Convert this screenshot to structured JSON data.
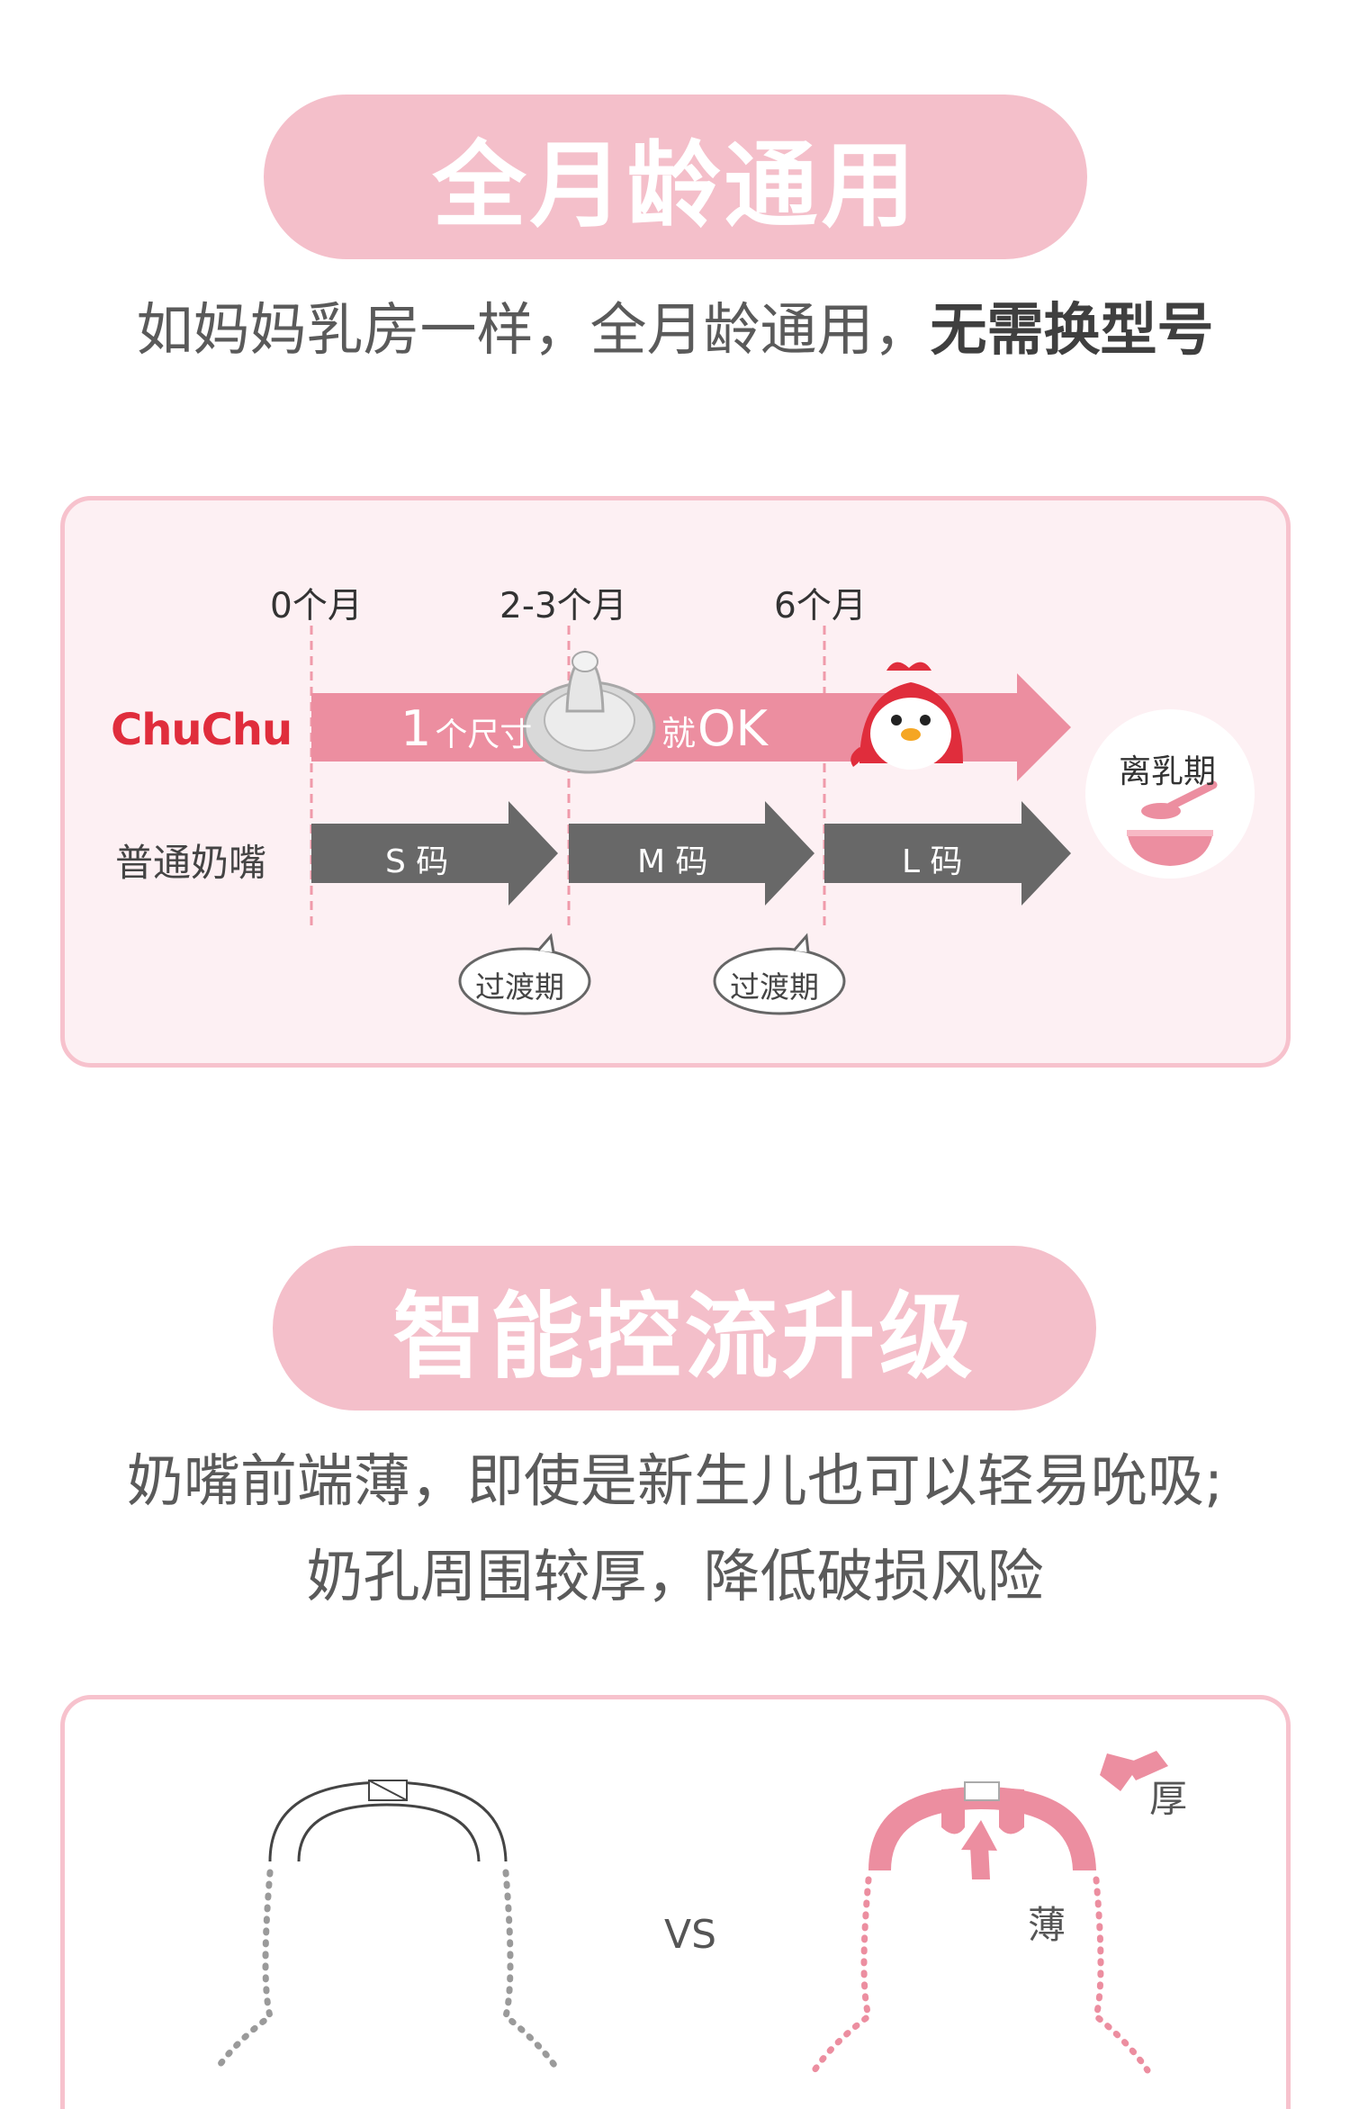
{
  "section1": {
    "title": "全月龄通用",
    "subtitle_plain": "如妈妈乳房一样，全月龄通用，",
    "subtitle_bold": "无需换型号",
    "timeline": {
      "months": [
        "0个月",
        "2-3个月",
        "6个月"
      ],
      "brand_row_label": "ChuChu",
      "brand_arrow_number": "1",
      "brand_arrow_text1": "个尺寸",
      "brand_arrow_text2": "就",
      "brand_arrow_text3": "OK",
      "normal_row_label": "普通奶嘴",
      "sizes": [
        "S 码",
        "M 码",
        "L 码"
      ],
      "transition_label": "过渡期",
      "weaning_label": "离乳期"
    }
  },
  "section2": {
    "title": "智能控流升级",
    "subtitle_line1": "奶嘴前端薄，即使是新生儿也可以轻易吮吸;",
    "subtitle_line2": "奶孔周围较厚，降低破损风险",
    "compare": {
      "vs": "VS",
      "thick_label": "厚",
      "thin_label": "薄"
    }
  },
  "colors": {
    "pill": "#f4bfca",
    "panel_border": "#f7c2cd",
    "panel_bg": "#fdf0f3",
    "brand_arrow": "#ec8ea0",
    "normal_arrow": "#686868",
    "brand_red": "#e02d3c"
  }
}
